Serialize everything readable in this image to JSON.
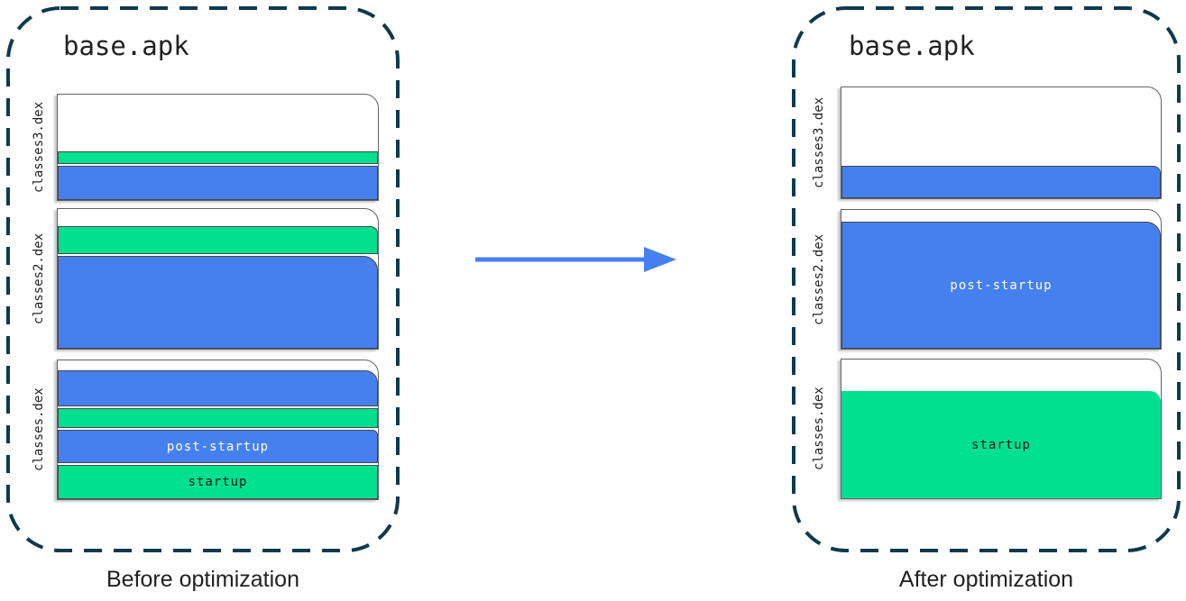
{
  "colors": {
    "blue": "#4680EF",
    "green": "#00E08E",
    "boundary": "#0d3a4e",
    "page_border": "#5f6368",
    "bar_border": "#44474a",
    "arrow": "#4680EF",
    "text": "#202124"
  },
  "arrow_icon": "right-arrow",
  "panels": [
    {
      "title": "base.apk",
      "caption": "Before optimization",
      "files": [
        {
          "label": "classes3.dex",
          "segments": [
            {
              "kind": "startup",
              "color": "green",
              "h": 14
            },
            {
              "kind": "post-startup",
              "color": "blue",
              "h": 38
            }
          ]
        },
        {
          "label": "classes2.dex",
          "segments": [
            {
              "kind": "startup",
              "color": "green",
              "h": 31,
              "fold": 8
            },
            {
              "kind": "post-startup",
              "color": "blue",
              "h": 103,
              "fold": 16
            }
          ]
        },
        {
          "label": "classes.dex",
          "segments": [
            {
              "kind": "post-startup",
              "color": "blue",
              "h": 40,
              "fold": 14
            },
            {
              "kind": "startup",
              "color": "green",
              "h": 22
            },
            {
              "kind": "post-startup",
              "color": "blue",
              "h": 37,
              "fold": 6,
              "label": "post-startup",
              "labelColor": "#ffffff"
            },
            {
              "kind": "startup",
              "color": "green",
              "h": 38,
              "label": "startup",
              "labelColor": "#1b1b1b"
            }
          ]
        }
      ]
    },
    {
      "title": "base.apk",
      "caption": "After optimization",
      "files": [
        {
          "label": "classes3.dex",
          "segments": [
            {
              "kind": "post-startup",
              "color": "blue",
              "h": 36,
              "fold": 8
            }
          ]
        },
        {
          "label": "classes2.dex",
          "segments": [
            {
              "kind": "post-startup",
              "color": "blue",
              "h": 141,
              "fold": 16,
              "label": "post-startup",
              "labelColor": "#ffffff"
            }
          ]
        },
        {
          "label": "classes.dex",
          "segments": [
            {
              "kind": "startup",
              "color": "green",
              "h": 119,
              "fold": 12,
              "noBorder": true,
              "label": "startup",
              "labelColor": "#1b1b1b"
            }
          ]
        }
      ]
    }
  ]
}
